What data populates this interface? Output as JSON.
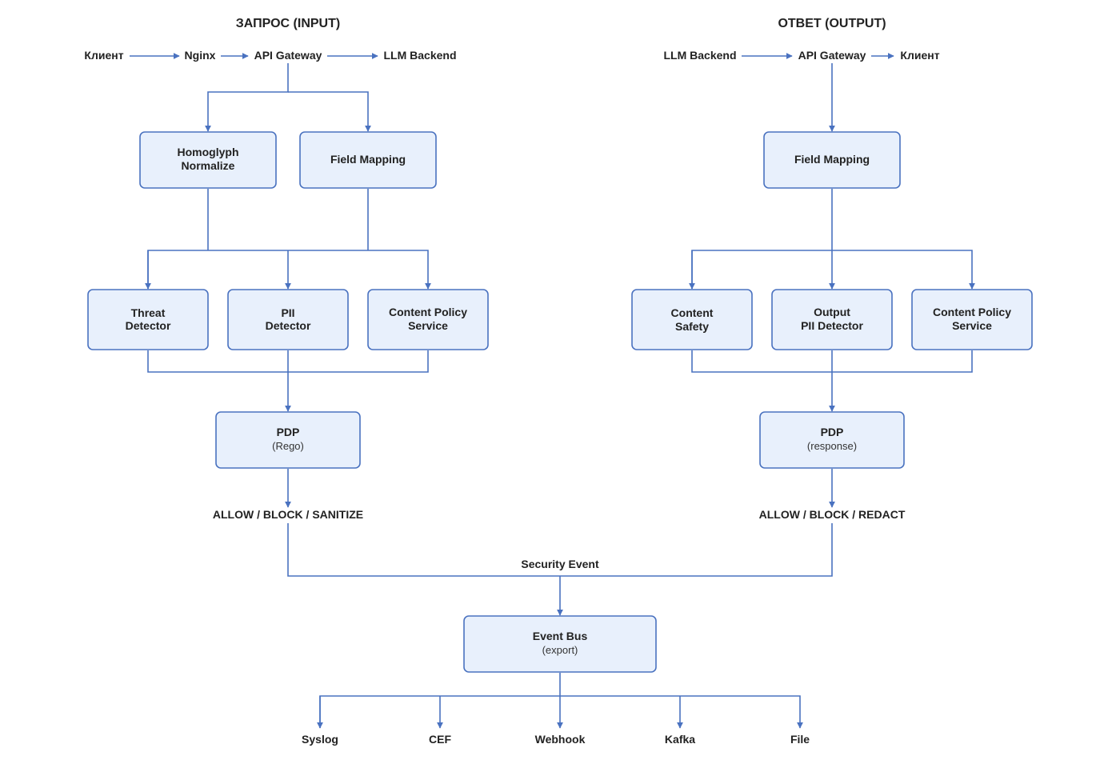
{
  "colors": {
    "stroke": "#4a72c0",
    "box_fill": "#e8f0fc",
    "text": "#222222"
  },
  "input": {
    "title": "ЗАПРОС (INPUT)",
    "flow": [
      "Клиент",
      "Nginx",
      "API Gateway",
      "LLM Backend"
    ],
    "homoglyph": [
      "Homoglyph",
      "Normalize"
    ],
    "field_mapping": "Field Mapping",
    "threat": [
      "Threat",
      "Detector"
    ],
    "pii": [
      "PII",
      "Detector"
    ],
    "content_policy": [
      "Content Policy",
      "Service"
    ],
    "pdp": "PDP",
    "pdp_sub": "(Rego)",
    "verdict": "ALLOW / BLOCK / SANITIZE"
  },
  "output": {
    "title": "ОТВЕТ (OUTPUT)",
    "flow": [
      "LLM Backend",
      "API Gateway",
      "Клиент"
    ],
    "field_mapping": "Field Mapping",
    "content_safety": [
      "Content",
      "Safety"
    ],
    "output_pii": [
      "Output",
      "PII Detector"
    ],
    "content_policy": [
      "Content Policy",
      "Service"
    ],
    "pdp": "PDP",
    "pdp_sub": "(response)",
    "verdict": "ALLOW / BLOCK / REDACT"
  },
  "security_event": "Security Event",
  "event_bus": "Event Bus",
  "event_bus_sub": "(export)",
  "sinks": [
    "Syslog",
    "CEF",
    "Webhook",
    "Kafka",
    "File"
  ]
}
